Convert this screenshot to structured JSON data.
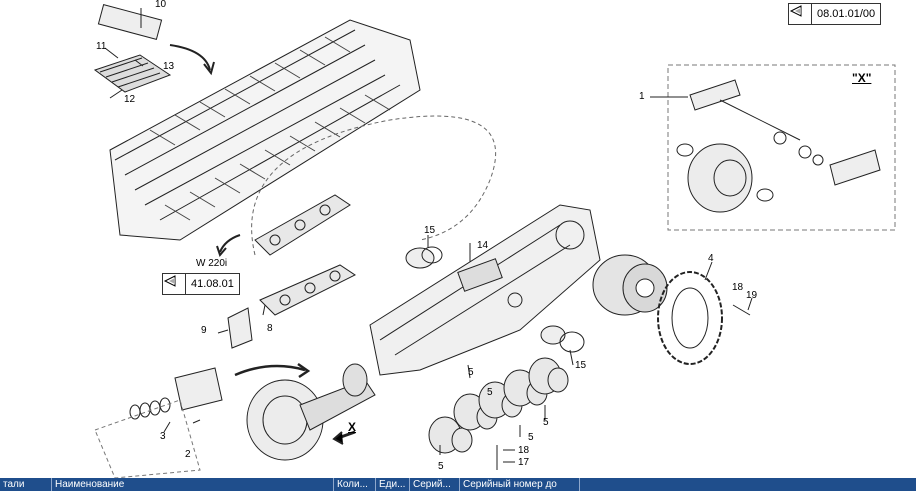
{
  "diagram": {
    "reference_top": "08.01.01/00",
    "reference_left": "41.08.01",
    "model_label": "W 220i",
    "view_label": "\"X\"",
    "direction_label": "X",
    "part_labels": [
      "1",
      "2",
      "3",
      "4",
      "5",
      "5",
      "5",
      "5",
      "5",
      "8",
      "9",
      "10",
      "11",
      "12",
      "13",
      "14",
      "15",
      "15",
      "17",
      "18",
      "18",
      "19"
    ]
  },
  "grid": {
    "columns": [
      "тали",
      "Наименование",
      "Коли...",
      "Еди...",
      "Серий...",
      "Серийный номер до"
    ]
  }
}
